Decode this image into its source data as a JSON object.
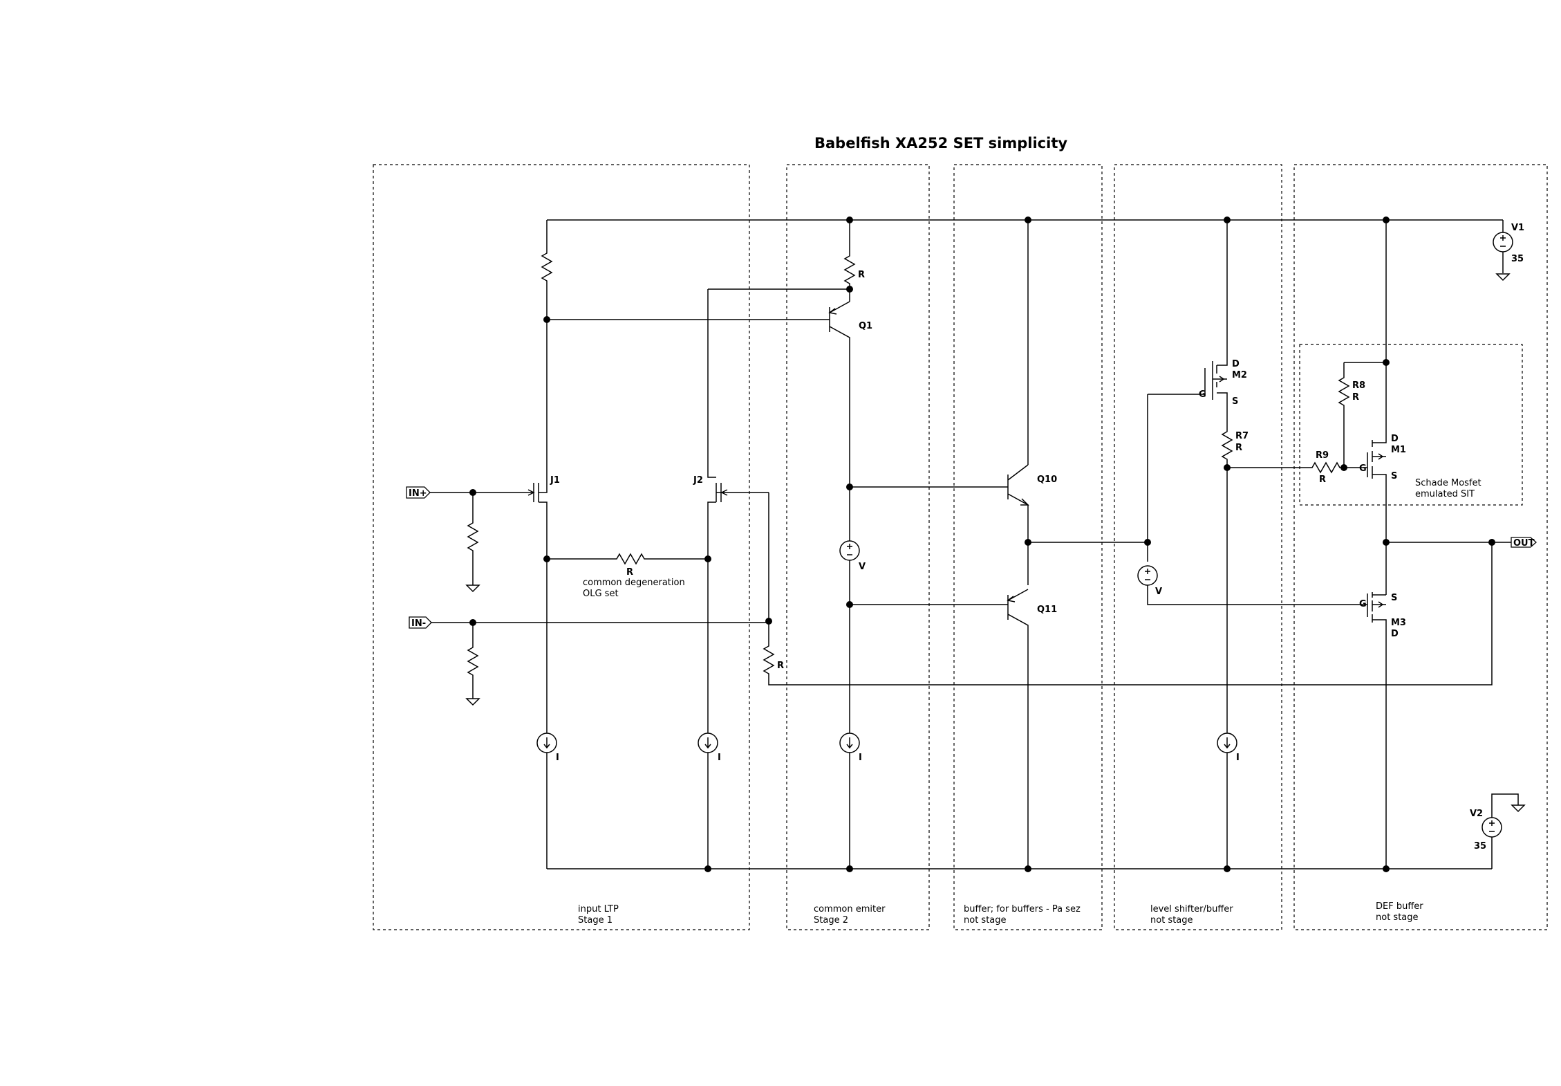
{
  "title": "Babelfish XA252 SET simplicity",
  "ports": {
    "in_plus": "IN+",
    "in_minus": "IN-",
    "out": "OUT"
  },
  "sections": {
    "s1": {
      "line1": "input LTP",
      "line2": "Stage 1"
    },
    "s2": {
      "line1": "common emiter",
      "line2": "Stage 2"
    },
    "s3": {
      "line1": "buffer; for buffers - Pa sez",
      "line2": "not stage"
    },
    "s4": {
      "line1": "level shifter/buffer",
      "line2": "not stage"
    },
    "s5": {
      "line1": "DEF buffer",
      "line2": "not stage"
    },
    "sit": {
      "line1": "Schade Mosfet",
      "line2": "emulated SIT"
    }
  },
  "notes": {
    "degen1": "common degeneration",
    "degen2": "OLG set"
  },
  "components": {
    "J1": "J1",
    "J2": "J2",
    "Q1": "Q1",
    "Q10": "Q10",
    "Q11": "Q11",
    "M1": "M1",
    "M2": "M2",
    "M3": "M3",
    "R7": "R7",
    "R8": "R8",
    "R9": "R9",
    "V1": "V1",
    "V2": "V2",
    "r": "R",
    "v": "V",
    "i": "I",
    "d": "D",
    "g": "G",
    "s": "S",
    "v1_val": "35",
    "v2_val": "35"
  }
}
